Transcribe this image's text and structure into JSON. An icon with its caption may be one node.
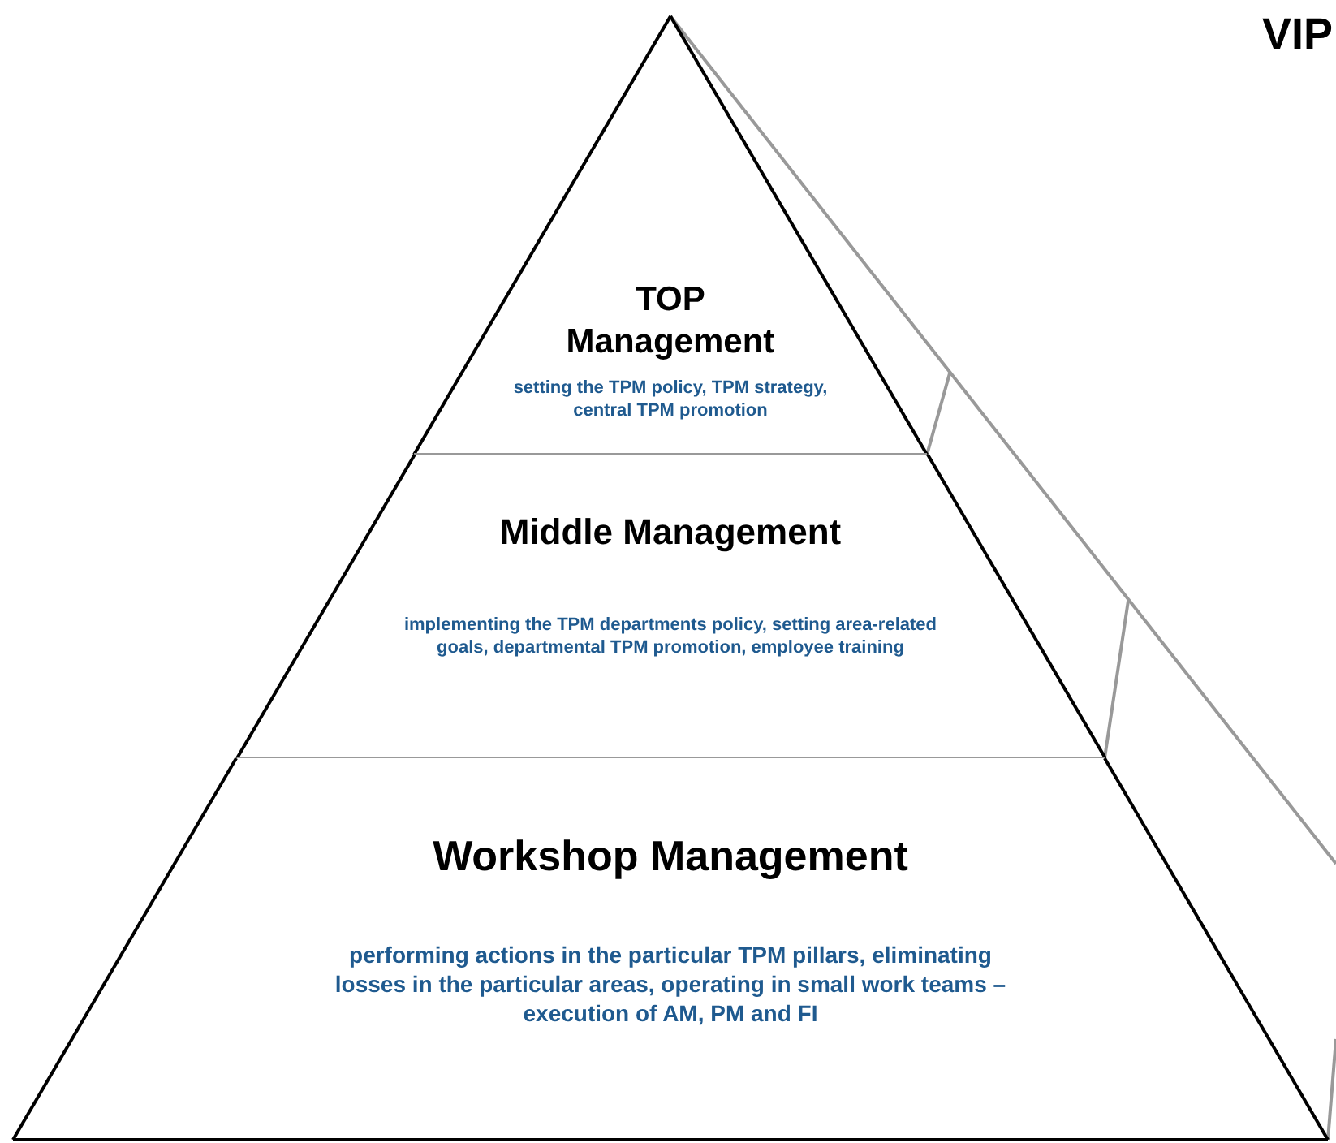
{
  "diagram": {
    "nodes": [
      {
        "text": [
          "TOP Management",
          "setting the TPM policy, TPM strategy, central TPM promotion"
        ]
      },
      {
        "text": [
          "Middle Management",
          "implementing the TPM departments policy, setting area-related goals, departmental TPM promotion, employee training"
        ]
      },
      {
        "text": [
          "Workshop Management",
          "performing actions in the particular TPM pillars, eliminating losses in the particular areas, operating in small work teams – execution of AM, PM and FI"
        ]
      }
    ],
    "edges": [],
    "labels": [
      "VIP"
    ]
  }
}
